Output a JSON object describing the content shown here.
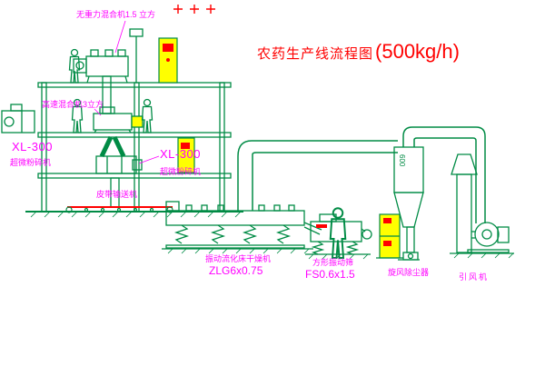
{
  "title": {
    "main": "农药生产线流程图",
    "capacity": "(500kg/h)"
  },
  "labels": {
    "gravity_mixer": "无重力混合机1.5 立方",
    "high_speed_mixer": "高速混合机3立方",
    "mill_left_model": "XL-300",
    "mill_left_name": "超微粉碎机",
    "mill_center_model": "XL-300",
    "mill_center_name": "超微粉碎机",
    "belt_conveyor": "皮带输送机",
    "dryer_name": "振动流化床干燥机",
    "dryer_model": "ZLG6x0.75",
    "screen_name": "方形振动筛",
    "screen_model": "FS0.6x1.5",
    "cyclone_name": "旋风除尘器",
    "fan_name": "引风机",
    "duct_size": "600"
  },
  "colors": {
    "line": "#008b45",
    "label": "#ff00ff",
    "title": "#ff0000",
    "panel": "#ffff00",
    "belt": "#ff0000"
  }
}
